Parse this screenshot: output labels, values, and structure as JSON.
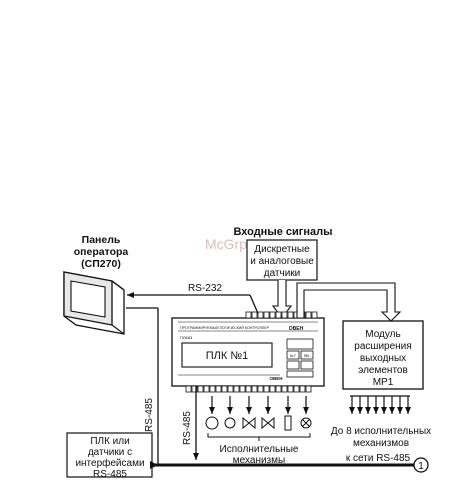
{
  "watermark": "McGrp.Ru",
  "operator_panel": {
    "line1": "Панель",
    "line2": "оператора",
    "line3": "(СП270)"
  },
  "inputs": {
    "title": "Входные сигналы",
    "box_line1": "Дискретные",
    "box_line2": "и аналоговые",
    "box_line3": "датчики"
  },
  "plc": {
    "label": "ПЛК №1",
    "header_text": "ПРОГРАММИРУЕМЫЙ ЛОГИЧЕСКИЙ КОНТРОЛЛЕР",
    "brand": "ОВЕН",
    "model": "ПЛК63",
    "btn_alt": "ALT",
    "btn_sel": "SEL"
  },
  "expansion": {
    "line1": "Модуль",
    "line2": "расширения",
    "line3": "выходных",
    "line4": "элементов",
    "line5": "МР1"
  },
  "expansion_note": {
    "line1": "До 8 исполнительных",
    "line2": "механизмов"
  },
  "actuators": {
    "line1": "Исполнительные",
    "line2": "механизмы"
  },
  "rs485_device": {
    "line1": "ПЛК или",
    "line2": "датчики с",
    "line3": "интерфейсами",
    "line4": "RS-485"
  },
  "links": {
    "rs232": "RS-232",
    "rs485_left": "RS-485",
    "rs485_mid": "RS-485",
    "network": "к сети RS-485",
    "callout": "1"
  }
}
